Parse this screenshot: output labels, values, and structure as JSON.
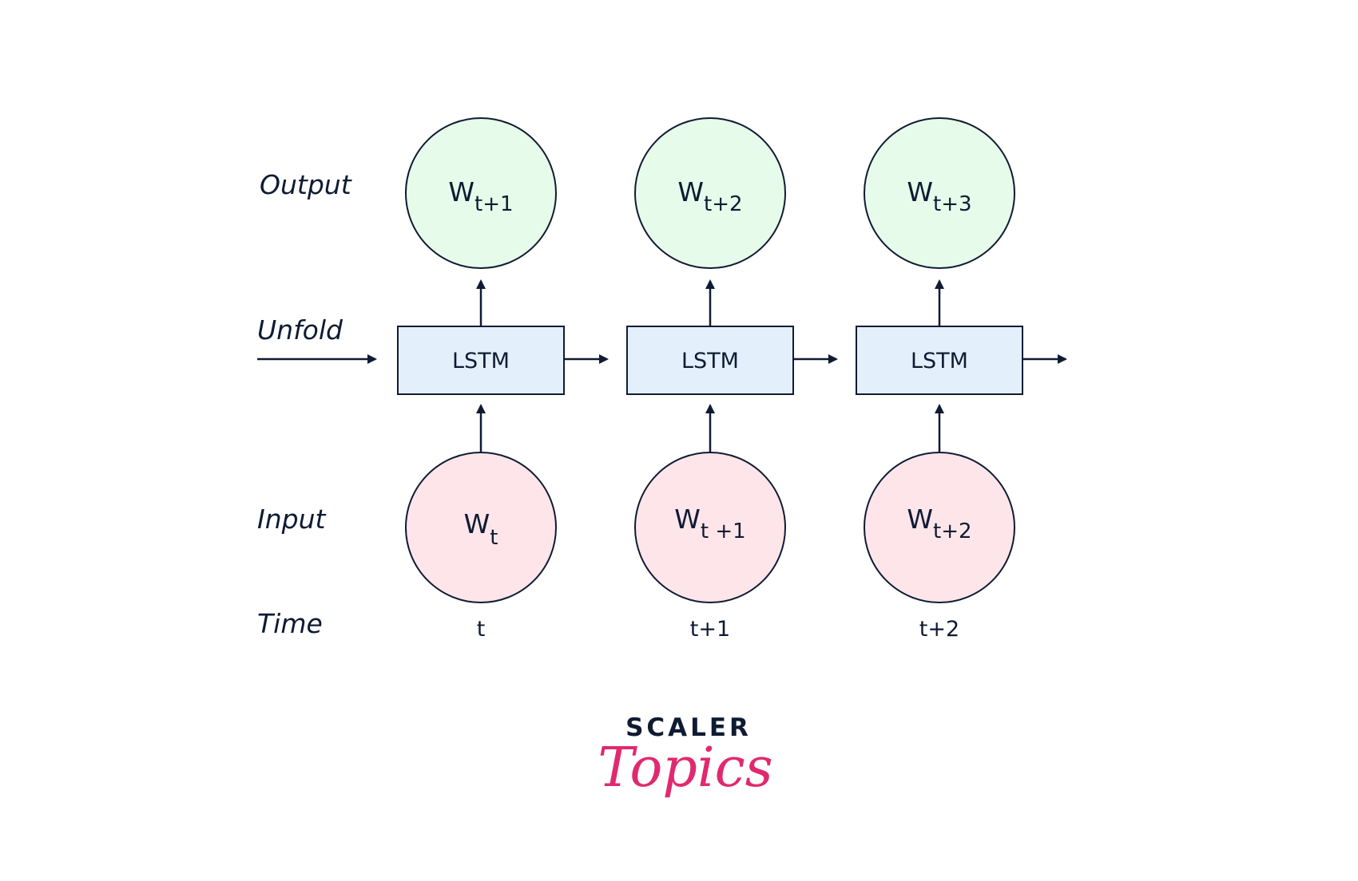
{
  "row_labels": {
    "output": "Output",
    "unfold": "Unfold",
    "input": "Input",
    "time": "Time"
  },
  "outputs": [
    {
      "main": "W",
      "sub": "t+1"
    },
    {
      "main": "W",
      "sub": "t+2"
    },
    {
      "main": "W",
      "sub": "t+3"
    }
  ],
  "lstm_label": "LSTM",
  "inputs": [
    {
      "main": "W",
      "sub": "t"
    },
    {
      "main": "W",
      "sub": "t +1"
    },
    {
      "main": "W",
      "sub": "t+2"
    }
  ],
  "times": [
    "t",
    "t+1",
    "t+2"
  ],
  "logo": {
    "top": "SCALER",
    "bottom": "Topics"
  },
  "colors": {
    "stroke": "#0f1b33",
    "output_fill": "#e6fbe9",
    "input_fill": "#fde5ea",
    "lstm_fill": "#e3f0fb",
    "logo_pink": "#e0296f"
  }
}
